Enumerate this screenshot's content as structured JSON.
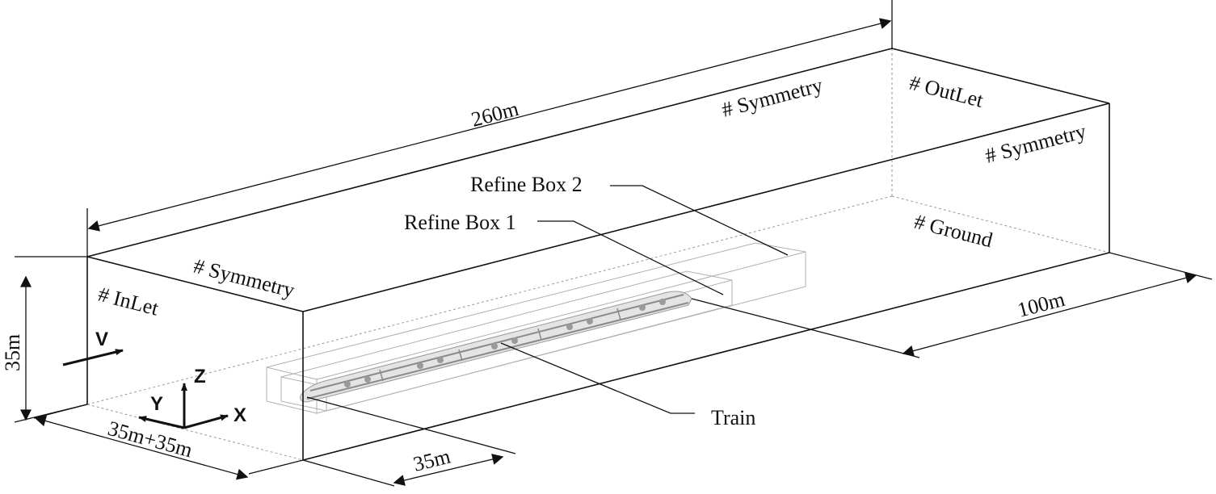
{
  "labels": {
    "inlet": "# InLet",
    "outlet": "# OutLet",
    "ground": "# Ground",
    "symmetry_top": "# Symmetry",
    "symmetry_front_top": "# Symmetry",
    "symmetry_right": "# Symmetry",
    "refine_box_1": "Refine Box 1",
    "refine_box_2": "Refine Box 2",
    "train": "Train"
  },
  "dimensions": {
    "length": "260m",
    "height": "35m",
    "width_total": "100m",
    "width_front": "35m+35m",
    "width_back": "35m"
  },
  "axes": {
    "velocity": "V",
    "x": "X",
    "y": "Y",
    "z": "Z"
  }
}
